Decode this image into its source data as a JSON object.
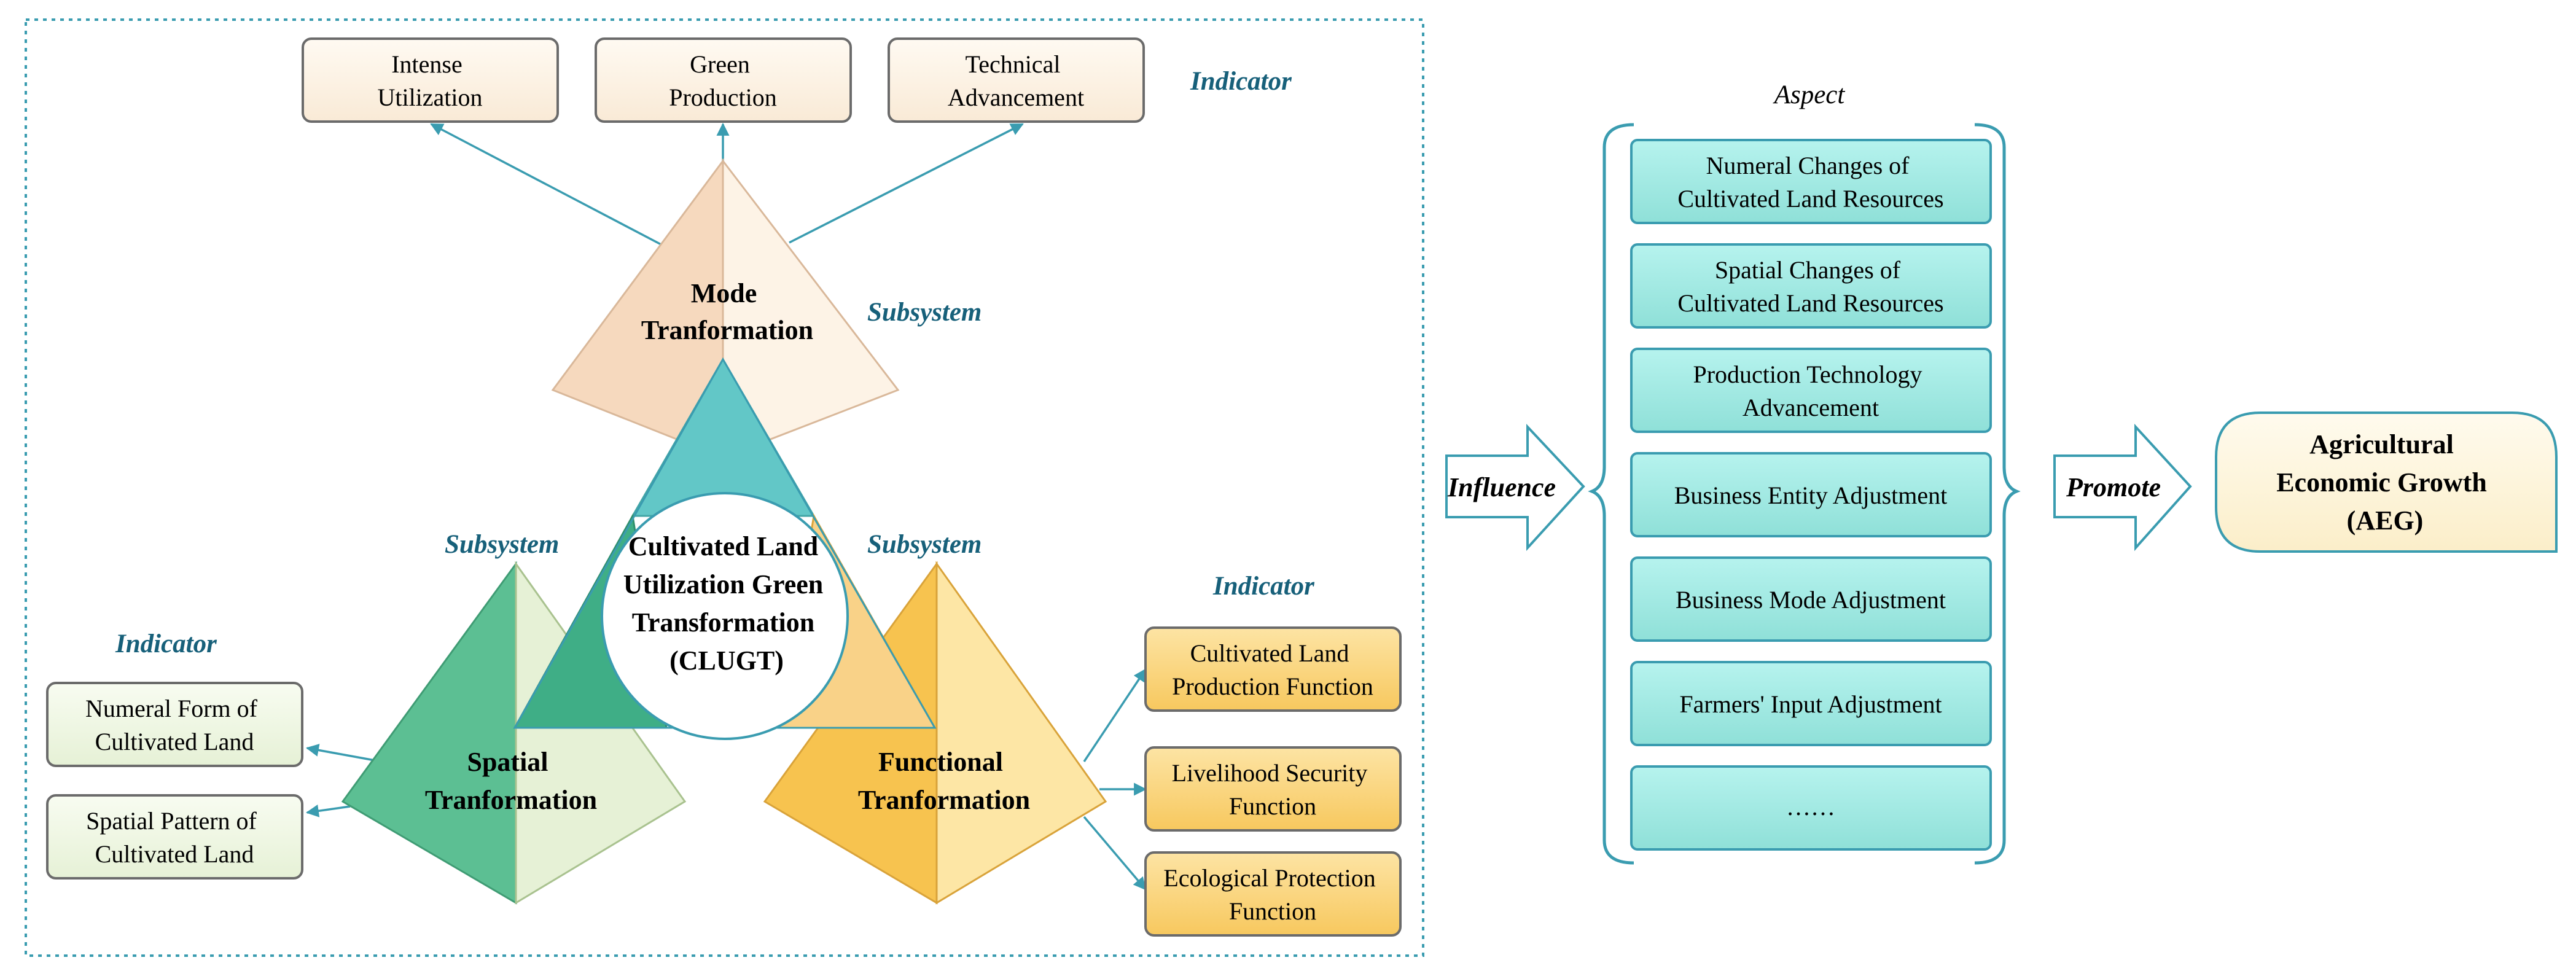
{
  "left_panel": {
    "mode": {
      "pyramid_label": [
        "Mode",
        "Tranformation"
      ],
      "subsystem_label": "Subsystem",
      "indicator_label": "Indicator",
      "indicators": [
        [
          "Intense",
          "Utilization"
        ],
        [
          "Green",
          "Production"
        ],
        [
          "Technical",
          "Advancement"
        ]
      ]
    },
    "spatial": {
      "pyramid_label": [
        "Spatial",
        "Tranformation"
      ],
      "subsystem_label": "Subsystem",
      "indicator_label": "Indicator",
      "indicators": [
        [
          "Numeral Form of",
          "Cultivated Land"
        ],
        [
          "Spatial Pattern of",
          "Cultivated Land"
        ]
      ]
    },
    "functional": {
      "pyramid_label": [
        "Functional",
        "Tranformation"
      ],
      "subsystem_label": "Subsystem",
      "indicator_label": "Indicator",
      "indicators": [
        [
          "Cultivated Land",
          "Production Function"
        ],
        [
          "Livelihood Security",
          "Function"
        ],
        [
          "Ecological Protection",
          "Function"
        ]
      ]
    },
    "center": [
      "Cultivated Land",
      "Utilization Green",
      "Transformation",
      "(CLUGT)"
    ]
  },
  "influence_label": "Influence",
  "aspect": {
    "title": "Aspect",
    "items": [
      [
        "Numeral Changes of",
        "Cultivated Land Resources"
      ],
      [
        "Spatial Changes of",
        "Cultivated Land Resources"
      ],
      [
        "Production Technology",
        "Advancement"
      ],
      [
        "Business Entity Adjustment"
      ],
      [
        "Business Mode Adjustment"
      ],
      [
        "Farmers' Input Adjustment"
      ],
      [
        "……"
      ]
    ]
  },
  "promote_label": "Promote",
  "outcome": [
    "Agricultural",
    "Economic Growth",
    "(AEG)"
  ],
  "colors": {
    "teal_text": "#17607a",
    "border_teal": "#4aa9b4",
    "aspect_fill": "#a9ece6",
    "cream": "#fdf3e6",
    "pale_green": "#eef6e2",
    "yellow": "#fbd983",
    "outcome_fill": "#fdf5dc",
    "line": "#3a9cb0"
  }
}
